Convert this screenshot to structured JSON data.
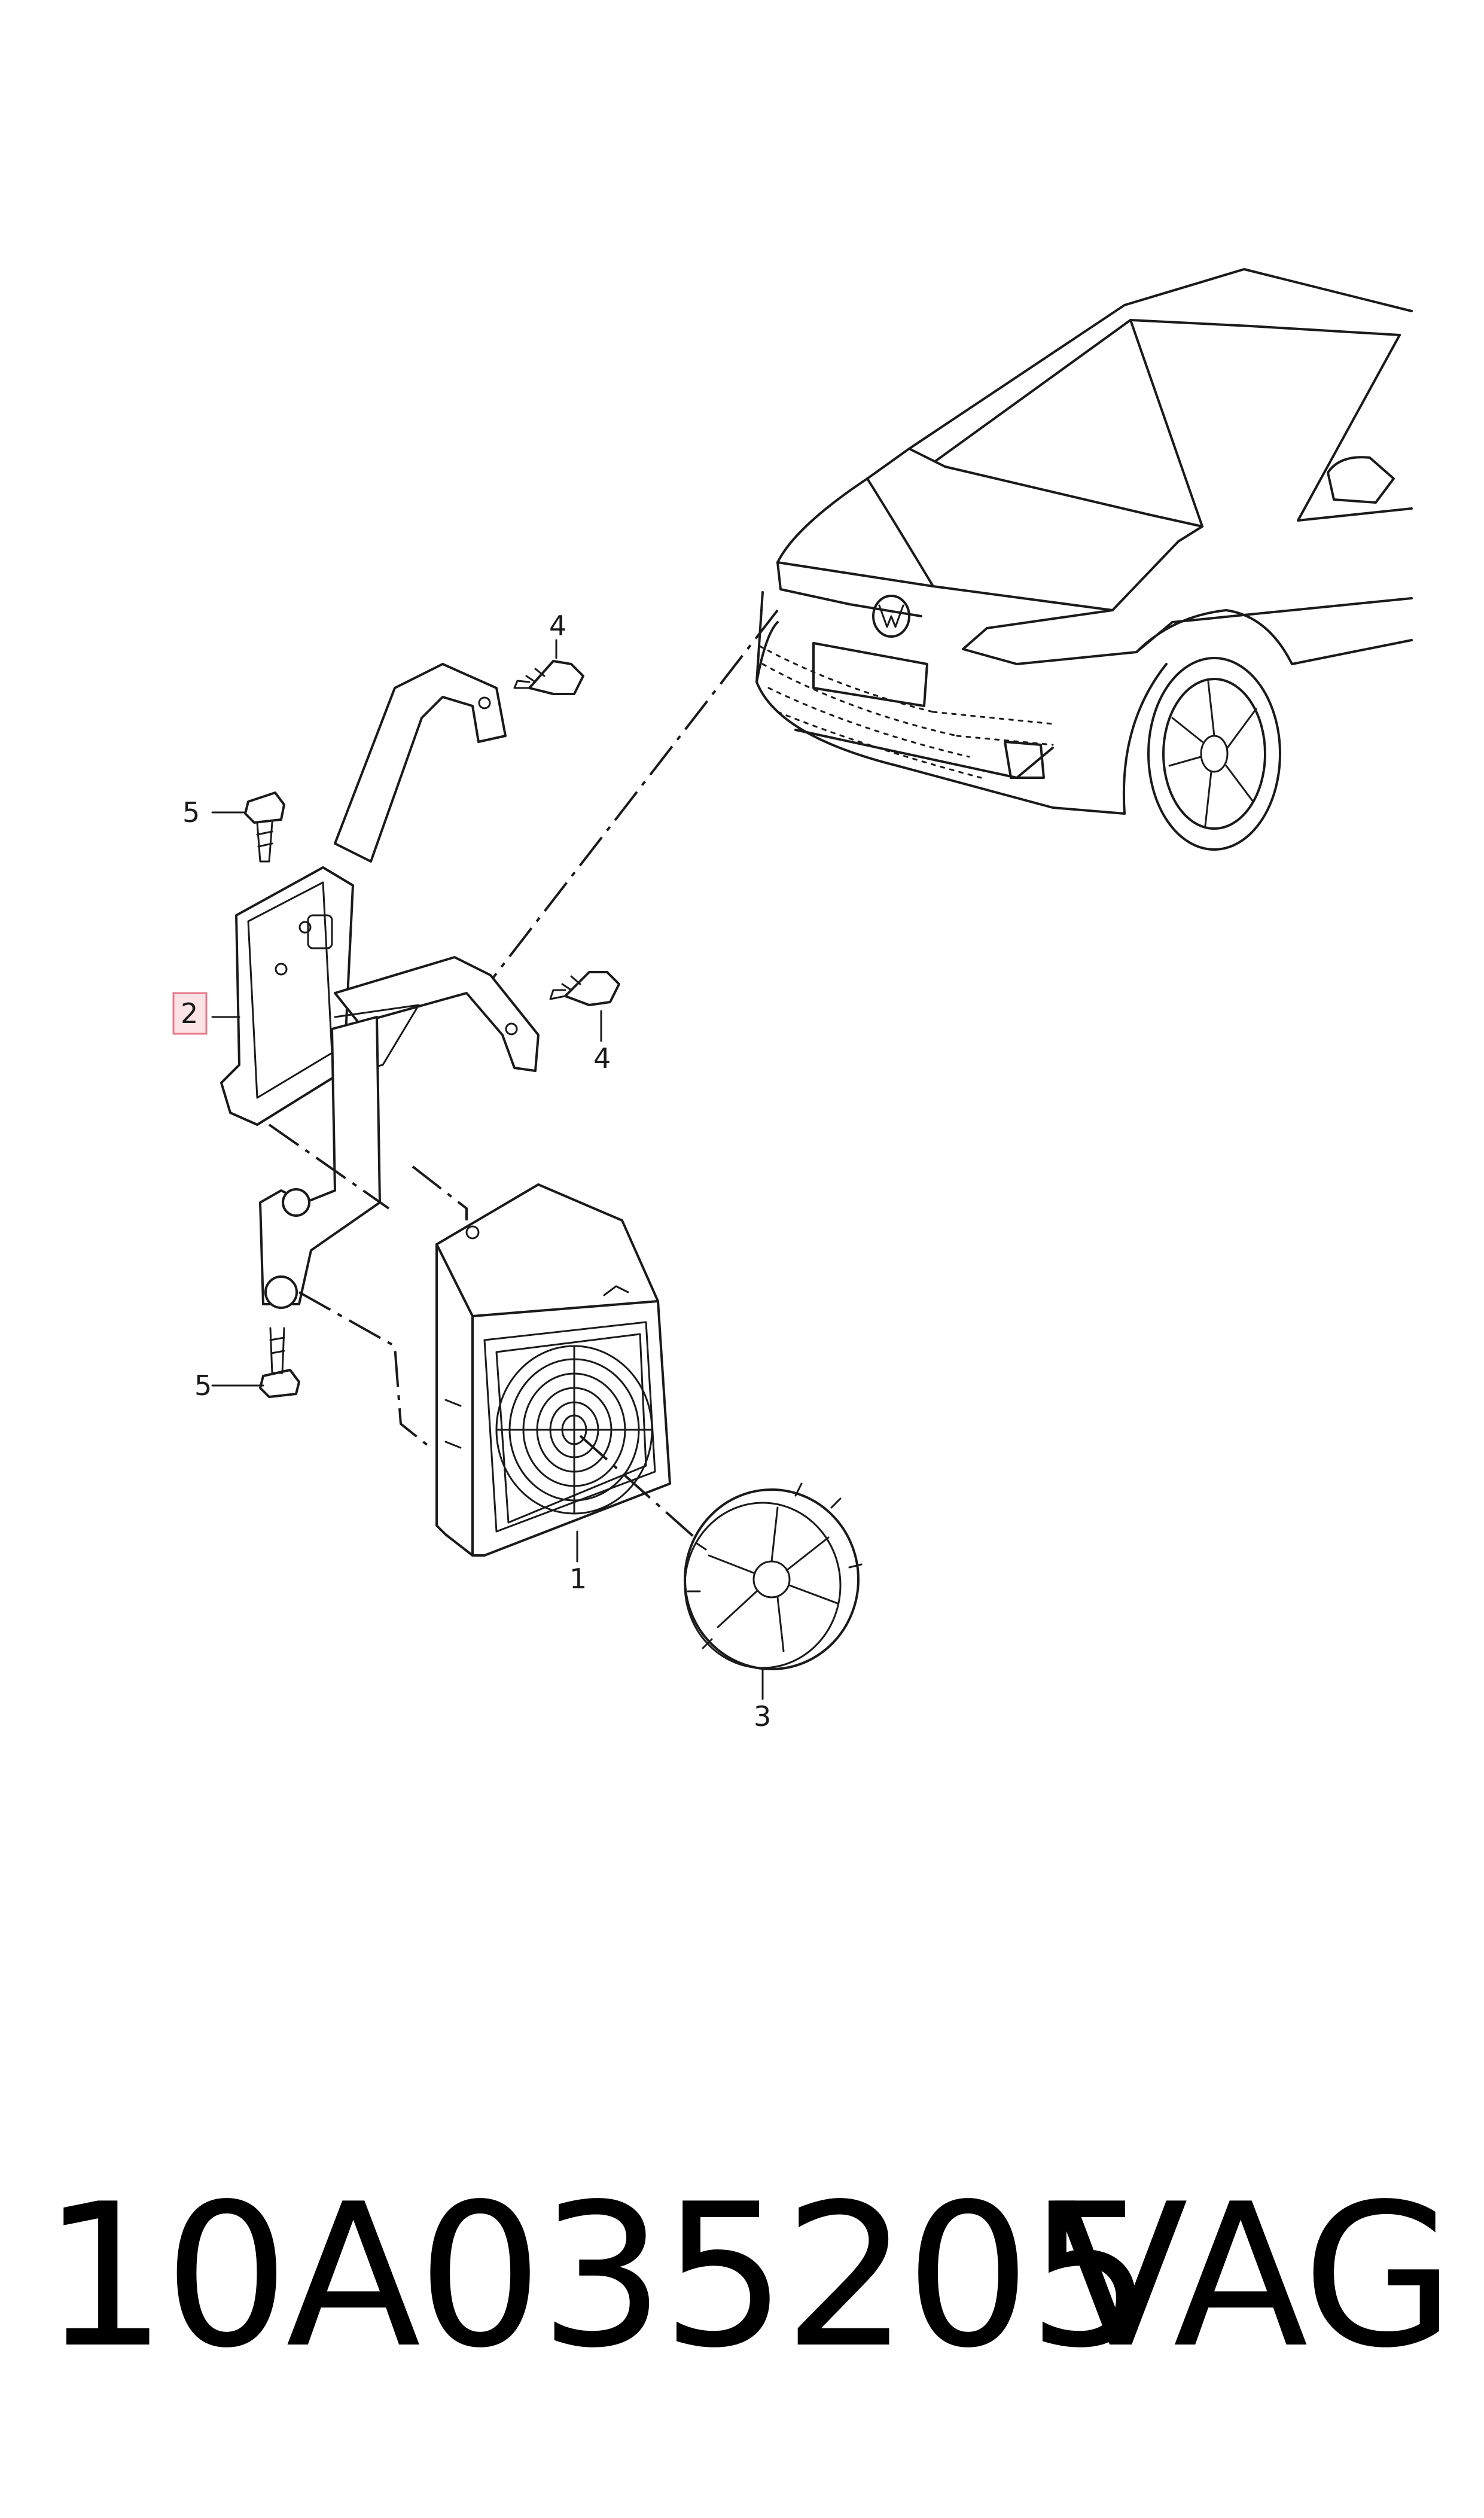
{
  "diagram": {
    "callouts": [
      {
        "id": "c1",
        "label": "1"
      },
      {
        "id": "c2",
        "label": "2"
      },
      {
        "id": "c3",
        "label": "3"
      },
      {
        "id": "c4a",
        "label": "4"
      },
      {
        "id": "c4b",
        "label": "4"
      },
      {
        "id": "c5a",
        "label": "5"
      },
      {
        "id": "c5b",
        "label": "5"
      }
    ],
    "highlight_color": "#e57a8a",
    "line_color": "#1a1a1a"
  },
  "footer": {
    "part_number": "10A035205",
    "brand": "VAG"
  }
}
